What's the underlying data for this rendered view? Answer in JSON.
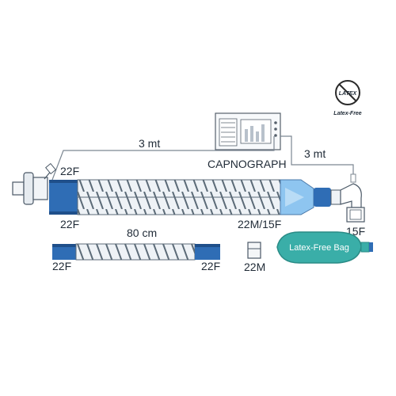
{
  "badge": {
    "mark": "LATEX",
    "caption": "Latex-Free"
  },
  "capnograph_label": "CAPNOGRAPH",
  "line_lengths": {
    "left": "3 mt",
    "right": "3 mt"
  },
  "circuit": {
    "top_connector": "22F",
    "bottom_connector": "22F",
    "patient_connector": "15F"
  },
  "extension": {
    "length": "80 cm",
    "left_connector": "22F",
    "right_connector": "22F"
  },
  "adapter": {
    "top": "22M/15F",
    "bottom": "22M"
  },
  "bag_label": "Latex-Free Bag",
  "colors": {
    "connector_blue": "#2f6db5",
    "wye_light_blue": "#8ec5f0",
    "bag_teal": "#3aaea8",
    "outline": "#4a5866"
  }
}
